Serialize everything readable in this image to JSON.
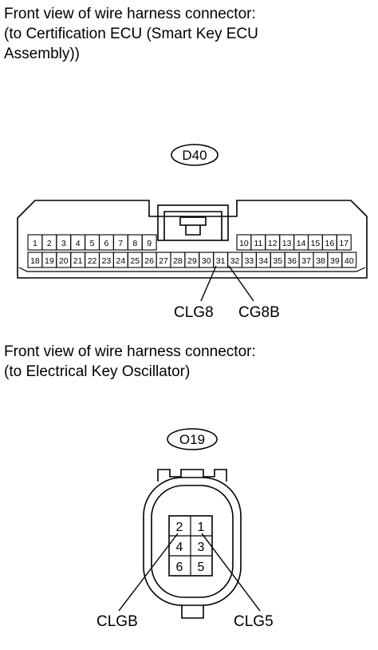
{
  "connectors": [
    {
      "caption_lines": [
        "Front view of wire harness connector:",
        "(to Certification ECU (Smart Key ECU",
        "Assembly))"
      ],
      "id": "D40",
      "pins_top_left": [
        "1",
        "2",
        "3",
        "4",
        "5",
        "6",
        "7",
        "8",
        "9"
      ],
      "pins_top_right": [
        "10",
        "11",
        "12",
        "13",
        "14",
        "15",
        "16",
        "17"
      ],
      "pins_bottom": [
        "18",
        "19",
        "20",
        "21",
        "22",
        "23",
        "24",
        "25",
        "26",
        "27",
        "28",
        "29",
        "30",
        "31",
        "32",
        "33",
        "34",
        "35",
        "36",
        "37",
        "38",
        "39",
        "40"
      ],
      "callouts": [
        {
          "label": "CLG8",
          "pin": "31"
        },
        {
          "label": "CG8B",
          "pin": "32"
        }
      ]
    },
    {
      "caption_lines": [
        "Front view of wire harness connector:",
        "(to Electrical Key Oscillator)"
      ],
      "id": "O19",
      "pins": [
        "2",
        "1",
        "4",
        "3",
        "6",
        "5"
      ],
      "callouts": [
        {
          "label": "CLGB",
          "pin": "2"
        },
        {
          "label": "CLG5",
          "pin": "1"
        }
      ]
    }
  ]
}
